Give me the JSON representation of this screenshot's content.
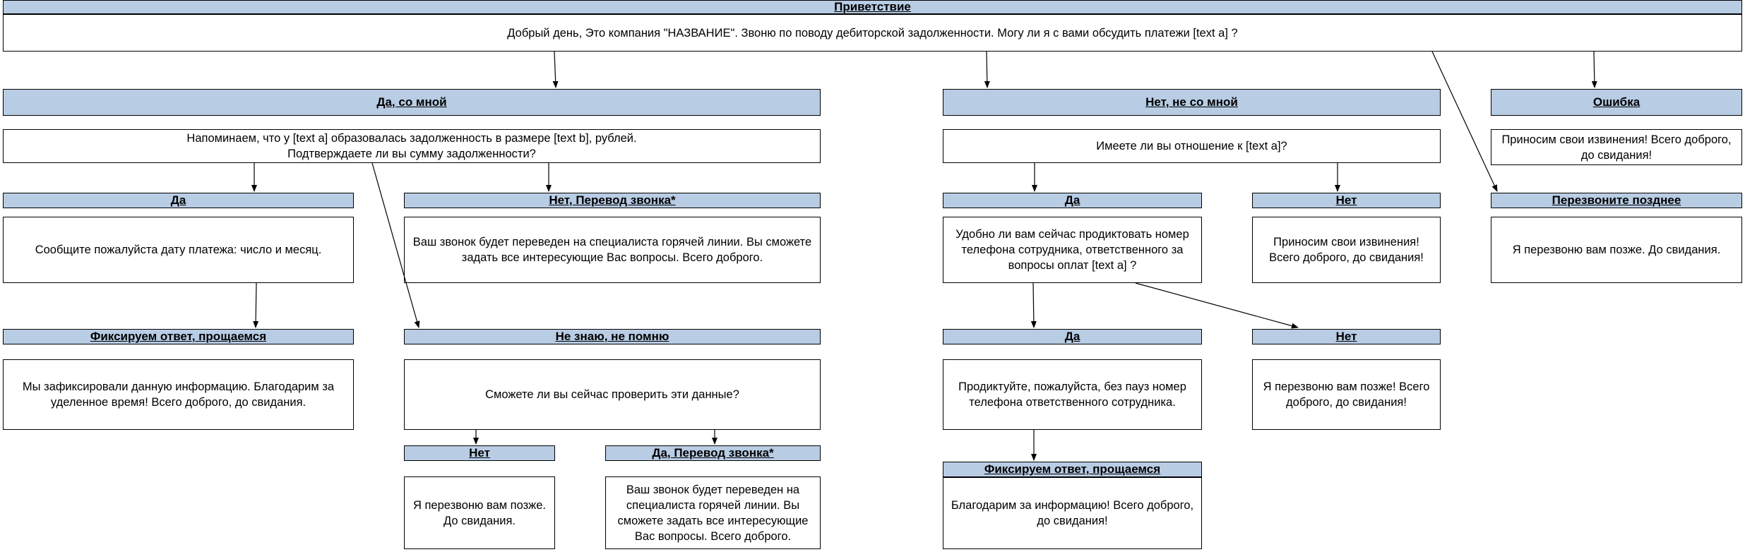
{
  "greeting": {
    "header": "Приветствие",
    "text": "Добрый день, Это компания \"НАЗВАНИЕ\". Звоню по поводу дебиторской задолженности. Могу ли я с вами обсудить платежи  [text a]  ?"
  },
  "yes_me": {
    "header": "Да, со мной",
    "text": "Напоминаем, что у  [text a] образовалась задолженность в размере  [text b],  рублей.\nПодтверждаете ли вы сумму задолженности?"
  },
  "yes": {
    "header": "Да",
    "text": "Сообщите пожалуйста дату платежа: число и месяц."
  },
  "no_transfer": {
    "header": "Нет, Перевод звонка*",
    "text": "Ваш звонок будет переведен на специалиста горячей линии. Вы сможете задать все интересующие Вас вопросы. Всего доброго."
  },
  "fix_left": {
    "header": "Фиксируем ответ, прощаемся",
    "text": "Мы зафиксировали данную информацию. Благодарим за уделенное время! Всего доброго, до свидания."
  },
  "dont_know": {
    "header": "Не знаю, не помню",
    "text": "Сможете ли вы сейчас проверить эти данные?"
  },
  "dk_no": {
    "header": "Нет",
    "text": "Я перезвоню вам позже. До свидания."
  },
  "dk_yes_transfer": {
    "header": "Да, Перевод звонка*",
    "text": "Ваш звонок будет переведен на специалиста горячей линии. Вы сможете задать все интересующие Вас вопросы. Всего доброго."
  },
  "not_me": {
    "header": "Нет, не со мной",
    "text": "Имеете ли вы отношение к  [text a]?"
  },
  "nm_yes": {
    "header": "Да",
    "text": "Удобно ли вам  сейчас продиктовать номер телефона сотрудника, ответственного за вопросы оплат [text a] ?"
  },
  "nm_no": {
    "header": "Нет",
    "text": "Приносим свои извинения! Всего доброго, до свидания!"
  },
  "nm_yes_yes": {
    "header": "Да",
    "text": "Продиктуйте, пожалуйста, без пауз номер телефона ответственного сотрудника."
  },
  "nm_yes_no": {
    "header": "Нет",
    "text": "Я перезвоню вам позже! Всего доброго, до свидания!"
  },
  "fix_right": {
    "header": "Фиксируем ответ, прощаемся",
    "text": "Благодарим за информацию! Всего доброго, до свидания!"
  },
  "error": {
    "header": "Ошибка",
    "text": "Приносим свои извинения! Всего доброго, до свидания!"
  },
  "call_later": {
    "header": "Перезвоните позднее",
    "text": "Я перезвоню вам позже. До свидания."
  }
}
